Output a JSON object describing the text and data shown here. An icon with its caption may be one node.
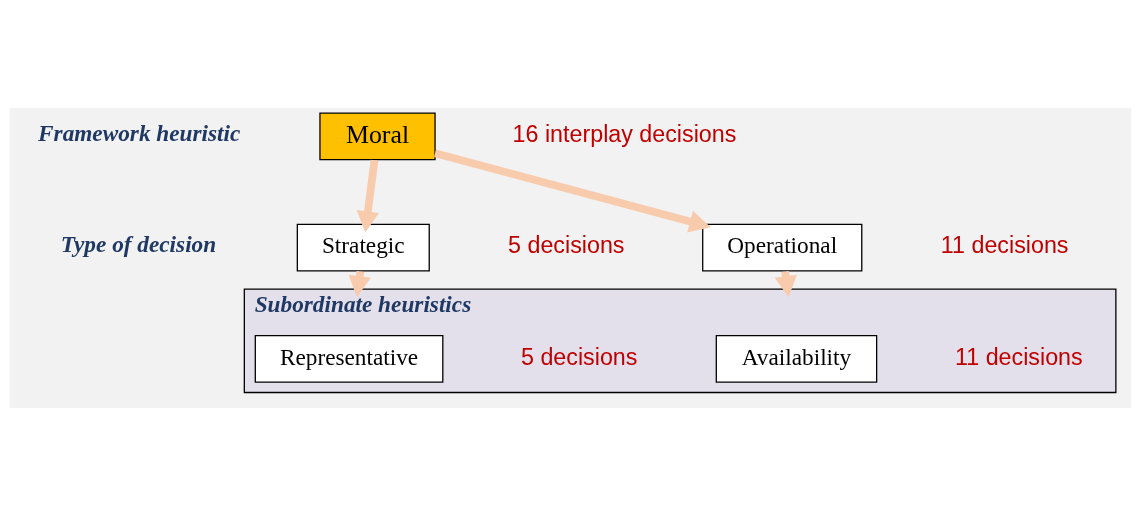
{
  "diagram": {
    "nodes": [
      {
        "text": [
          "Moral"
        ],
        "beside": [
          "16 interplay decisions"
        ]
      },
      {
        "text": [
          "Strategic"
        ],
        "beside": [
          "5 decisions"
        ]
      },
      {
        "text": [
          "Operational"
        ],
        "beside": [
          "11 decisions"
        ]
      },
      {
        "text": [
          "Subordinate heuristics"
        ]
      },
      {
        "text": [
          "Representative"
        ],
        "in": 3,
        "beside": [
          "5 decisions"
        ]
      },
      {
        "text": [
          "Availability"
        ],
        "in": 3,
        "beside": [
          "11 decisions"
        ]
      }
    ],
    "edges": [
      {
        "from": 0,
        "to": 1,
        "arrow": "to"
      },
      {
        "from": 0,
        "to": 2,
        "arrow": "to"
      },
      {
        "from": 1,
        "to": 3,
        "arrow": "to"
      },
      {
        "from": 2,
        "to": 3,
        "arrow": "to"
      }
    ],
    "labels": [
      "Framework heuristic",
      "Type of decision"
    ]
  }
}
